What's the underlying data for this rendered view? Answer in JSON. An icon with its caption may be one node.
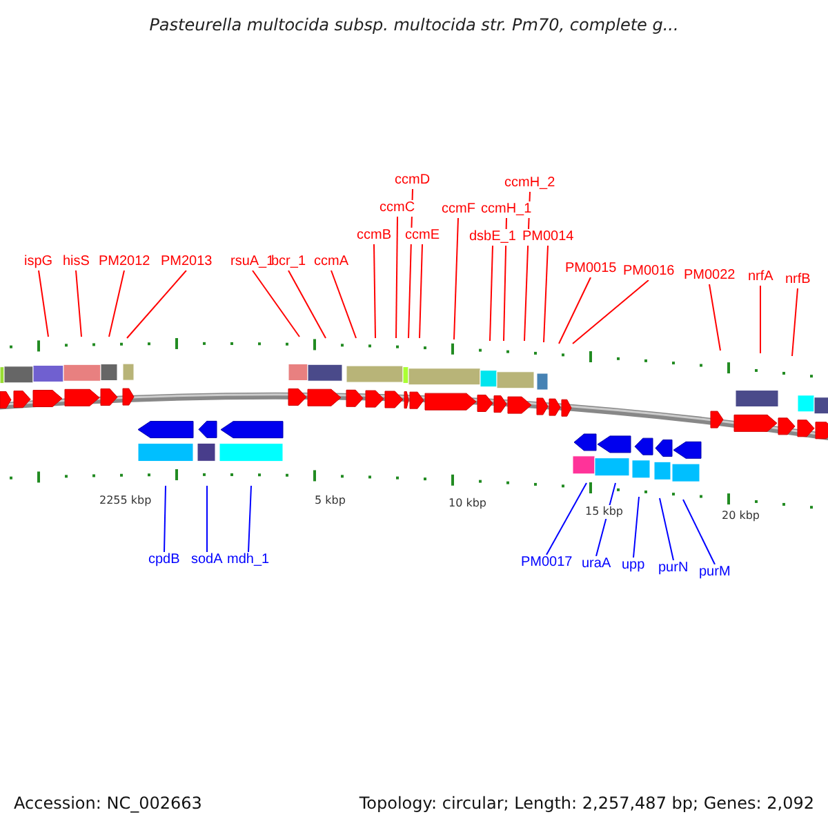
{
  "diagram": {
    "title": "Pasteurella multocida subsp. multocida str. Pm70, complete g...",
    "nodes": [
      {
        "text": [
          "ispG"
        ]
      },
      {
        "text": [
          "hisS"
        ]
      },
      {
        "text": [
          "PM2012"
        ]
      },
      {
        "text": [
          "PM2013"
        ]
      },
      {
        "text": [
          "rsuA_1"
        ]
      },
      {
        "text": [
          "bcr_1"
        ]
      },
      {
        "text": [
          "ccmA"
        ]
      },
      {
        "text": [
          "ccmB"
        ]
      },
      {
        "text": [
          "ccmC"
        ]
      },
      {
        "text": [
          "ccmD"
        ]
      },
      {
        "text": [
          "ccmE"
        ]
      },
      {
        "text": [
          "ccmF"
        ]
      },
      {
        "text": [
          "dsbE_1"
        ]
      },
      {
        "text": [
          "ccmH_1"
        ]
      },
      {
        "text": [
          "ccmH_2"
        ]
      },
      {
        "text": [
          "PM0014"
        ]
      },
      {
        "text": [
          "PM0015"
        ]
      },
      {
        "text": [
          "PM0016"
        ]
      },
      {
        "text": [
          "PM0022"
        ]
      },
      {
        "text": [
          "nrfA"
        ]
      },
      {
        "text": [
          "nrfB"
        ]
      },
      {
        "text": [
          "cpdB"
        ]
      },
      {
        "text": [
          "sodA"
        ]
      },
      {
        "text": [
          "mdh_1"
        ]
      },
      {
        "text": [
          "PM0017"
        ]
      },
      {
        "text": [
          "uraA"
        ]
      },
      {
        "text": [
          "upp"
        ]
      },
      {
        "text": [
          "purN"
        ]
      },
      {
        "text": [
          "purM"
        ]
      }
    ],
    "edges": [
      {
        "from": 0,
        "to": null,
        "arrow": "none"
      },
      {
        "from": 1,
        "to": null,
        "arrow": "none"
      },
      {
        "from": 2,
        "to": null,
        "arrow": "none"
      },
      {
        "from": 3,
        "to": null,
        "arrow": "none"
      },
      {
        "from": 4,
        "to": null,
        "arrow": "none"
      },
      {
        "from": 5,
        "to": null,
        "arrow": "none"
      },
      {
        "from": 6,
        "to": null,
        "arrow": "none"
      },
      {
        "from": 7,
        "to": null,
        "arrow": "none"
      },
      {
        "from": 8,
        "to": null,
        "arrow": "none"
      },
      {
        "from": 9,
        "to": null,
        "arrow": "none"
      },
      {
        "from": 10,
        "to": null,
        "arrow": "none"
      },
      {
        "from": 11,
        "to": null,
        "arrow": "none"
      },
      {
        "from": 12,
        "to": null,
        "arrow": "none"
      },
      {
        "from": 13,
        "to": null,
        "arrow": "none"
      },
      {
        "from": 14,
        "to": null,
        "arrow": "none"
      },
      {
        "from": 15,
        "to": null,
        "arrow": "none"
      },
      {
        "from": 16,
        "to": null,
        "arrow": "none"
      },
      {
        "from": 17,
        "to": null,
        "arrow": "none"
      },
      {
        "from": 18,
        "to": null,
        "arrow": "none"
      },
      {
        "from": 19,
        "to": null,
        "arrow": "none"
      },
      {
        "from": 20,
        "to": null,
        "arrow": "none"
      },
      {
        "from": 21,
        "to": null,
        "arrow": "none",
        "color": "#0000ff"
      },
      {
        "from": 22,
        "to": null,
        "arrow": "none",
        "color": "#0000ff"
      },
      {
        "from": 23,
        "to": null,
        "arrow": "none",
        "color": "#0000ff"
      },
      {
        "from": 24,
        "to": null,
        "arrow": "none",
        "color": "#0000ff"
      },
      {
        "from": 25,
        "to": null,
        "arrow": "none",
        "color": "#0000ff"
      },
      {
        "from": 26,
        "to": null,
        "arrow": "none",
        "color": "#0000ff"
      },
      {
        "from": 27,
        "to": null,
        "arrow": "none",
        "color": "#0000ff"
      },
      {
        "from": 28,
        "to": null,
        "arrow": "none",
        "color": "#0000ff"
      }
    ],
    "labels": [
      "2255 kbp",
      "5 kbp",
      "10 kbp",
      "15 kbp",
      "20 kbp",
      "Accession: NC_002663",
      "Topology: circular; Length: 2,257,487 bp; Genes: 2,092"
    ]
  }
}
